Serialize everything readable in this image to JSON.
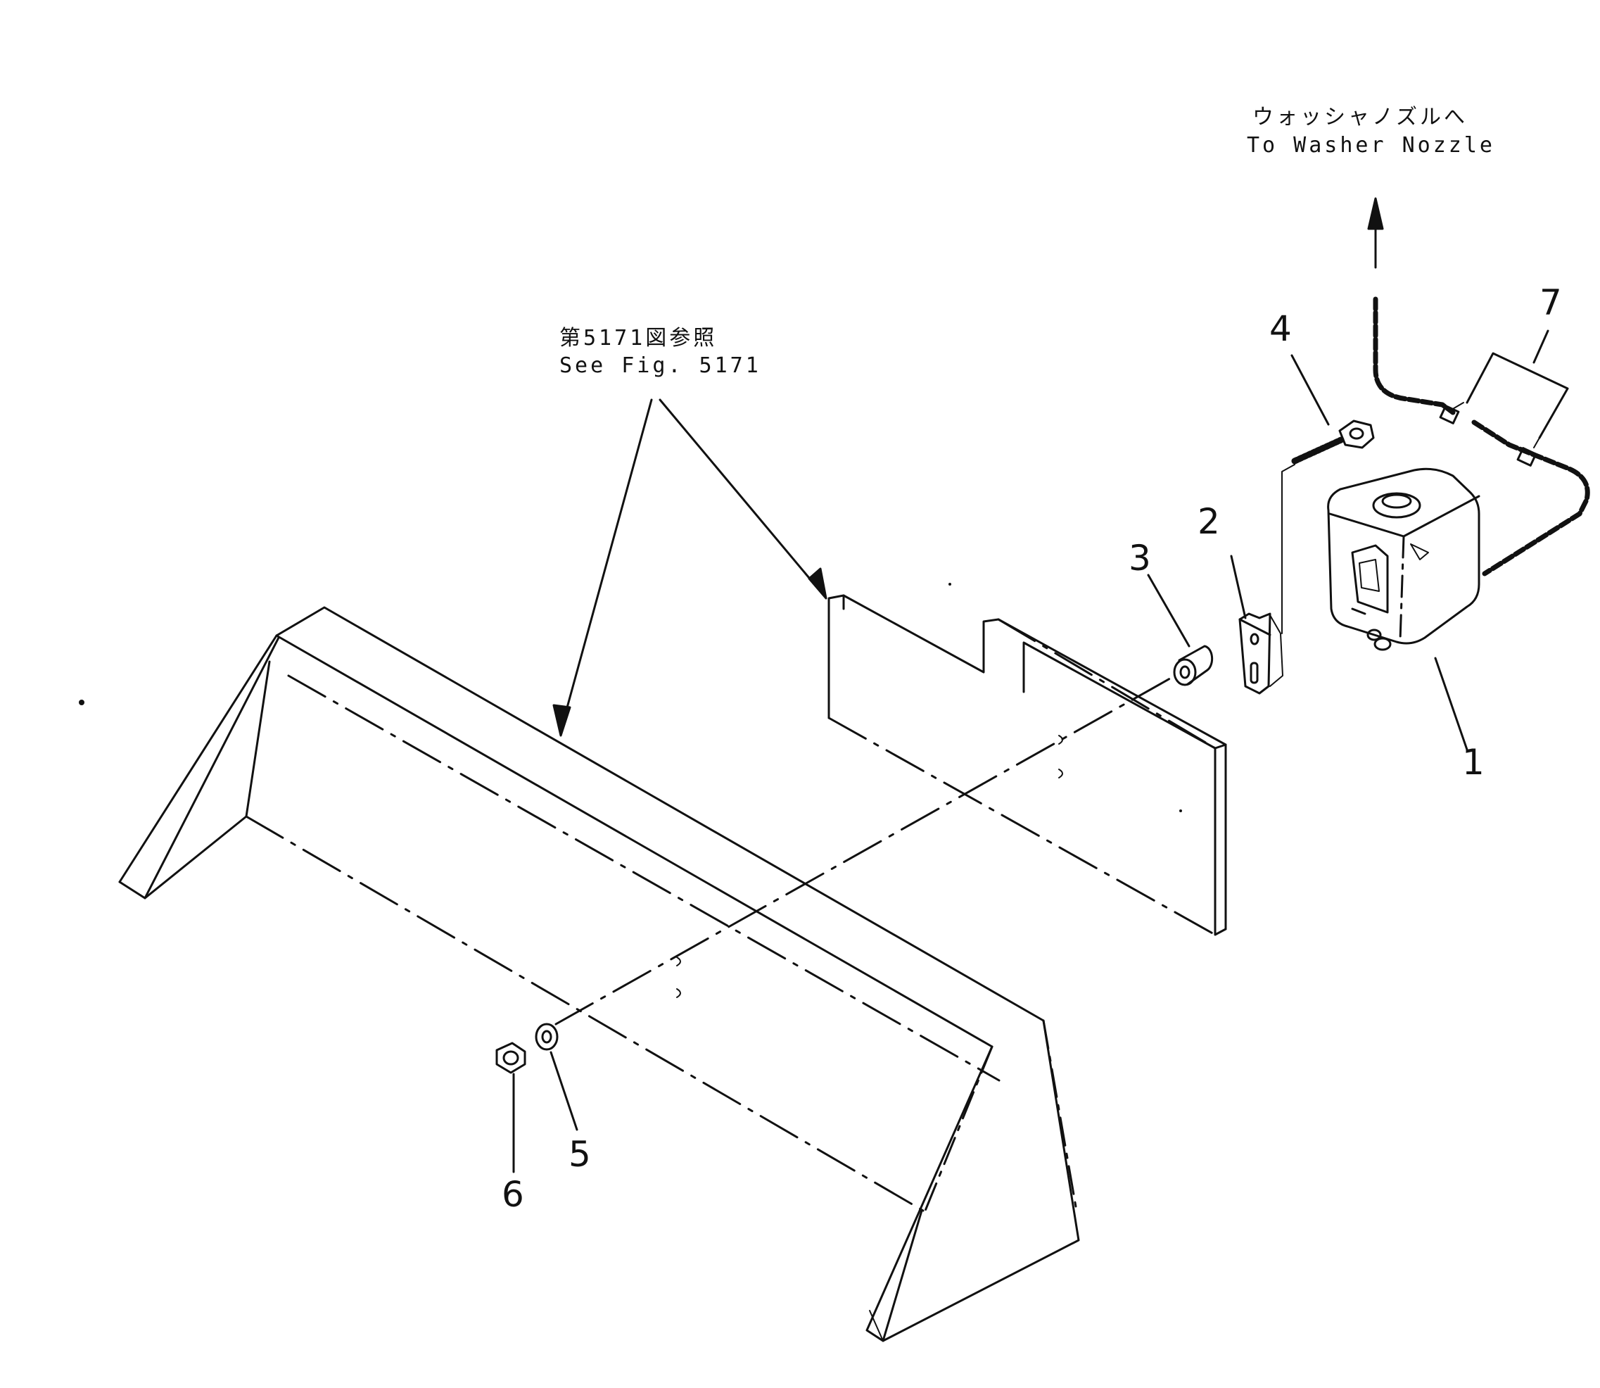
{
  "refs": {
    "washer": {
      "jp": "ウォッシャノズルへ",
      "en": "To Washer Nozzle"
    },
    "see_fig": {
      "jp": "第5171図参照",
      "en": "See Fig. 5171"
    }
  },
  "callouts": [
    {
      "id": "1",
      "label": "1"
    },
    {
      "id": "2",
      "label": "2"
    },
    {
      "id": "3",
      "label": "3"
    },
    {
      "id": "4",
      "label": "4"
    },
    {
      "id": "5",
      "label": "5"
    },
    {
      "id": "6",
      "label": "6"
    },
    {
      "id": "7",
      "label": "7"
    }
  ],
  "colors": {
    "ink": "#111111",
    "paper": "#ffffff"
  }
}
